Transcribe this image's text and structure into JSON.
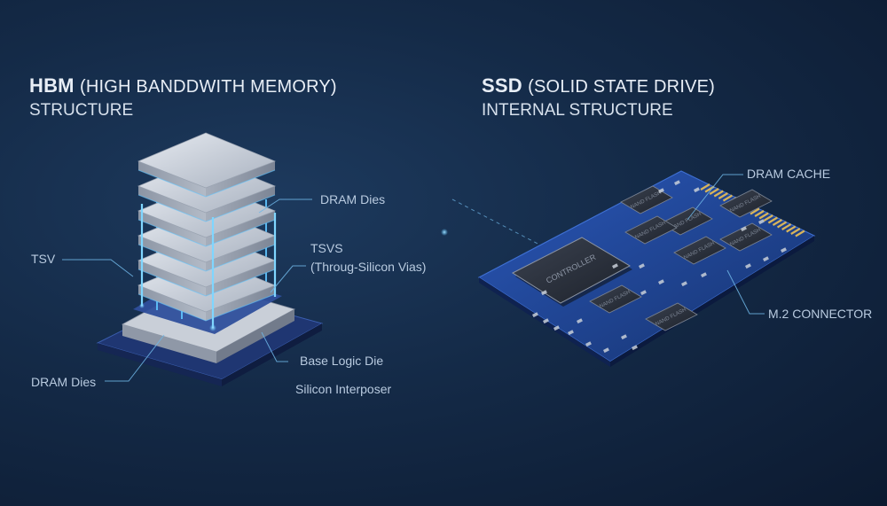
{
  "hbm": {
    "title_bold": "HBM",
    "title_rest": "(HIGH BANDDWITH MEMORY)",
    "title_line2": "STRUCTURE",
    "labels": {
      "dram_dies_top": "DRAM Dies",
      "tsv": "TSV",
      "tsvs_line1": "TSVS",
      "tsvs_line2": "(Throug-Silicon Vias)",
      "dram_dies_bottom": "DRAM Dies",
      "base_logic_die": "Base Logic Die",
      "silicon_interposer": "Silicon Interposer"
    }
  },
  "ssd": {
    "title_bold": "SSD",
    "title_rest": "(SOLID STATE DRIVE)",
    "title_line2": "INTERNAL STRUCTURE",
    "labels": {
      "dram_cache": "DRAM CACHE",
      "m2_connector": "M.2 CONNECTOR"
    },
    "chip_texts": {
      "controller": "CONTROLLER",
      "nand": "NAND FLASH"
    }
  },
  "colors": {
    "accent_line": "#6fb6e6",
    "tsv_glow": "#5fc4ff",
    "pcb": "#1d3f8c"
  }
}
